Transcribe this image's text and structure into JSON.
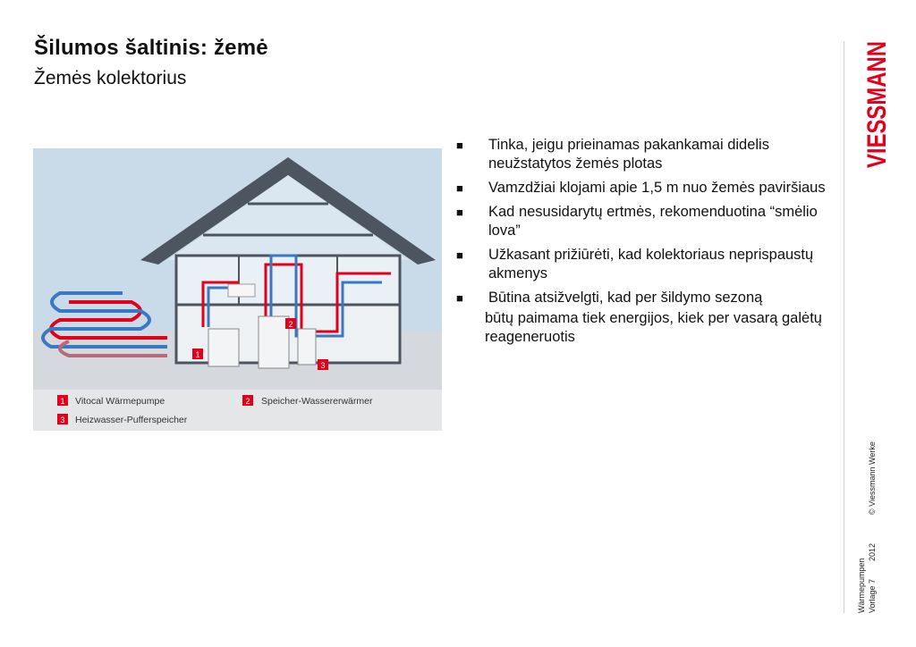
{
  "slide": {
    "title": "Šilumos šaltinis: žemė",
    "subtitle": "Žemės kolektorius"
  },
  "logo": {
    "text": "VIESSMANN",
    "color": "#e2001a"
  },
  "figure": {
    "legend": [
      {
        "num": "1",
        "label": "Vitocal Wärmepumpe"
      },
      {
        "num": "2",
        "label": "Speicher-Wassererwärmer"
      },
      {
        "num": "3",
        "label": "Heizwasser-Pufferspeicher"
      }
    ],
    "colors": {
      "sky": "#c9dbe8",
      "ground": "#d5d8dc",
      "hot": "#e2001a",
      "cold": "#3a78c3",
      "wall": "#4d5560",
      "badge": "#e2001a"
    }
  },
  "bullets": [
    "Tinka, jeigu prieinamas pakankamai didelis neužstatytos žemės plotas",
    "Vamzdžiai klojami apie 1,5 m nuo žemės paviršiaus",
    "Kad nesusidarytų ertmės, rekomenduotina “smėlio lova”",
    "Užkasant prižiūrėti, kad kolektoriaus neprispaustų akmenys",
    "Būtina atsižvelgti, kad per šildymo sezoną"
  ],
  "bullet_continuation": "būtų paimama tiek energijos, kiek per vasarą galėtų reageneruotis",
  "bullet_marker": "■",
  "footer": {
    "copyright": "© Viessmann Werke",
    "year": "2012",
    "topic": "Wärmepumpen",
    "slide_number": "Vorlage 7"
  }
}
